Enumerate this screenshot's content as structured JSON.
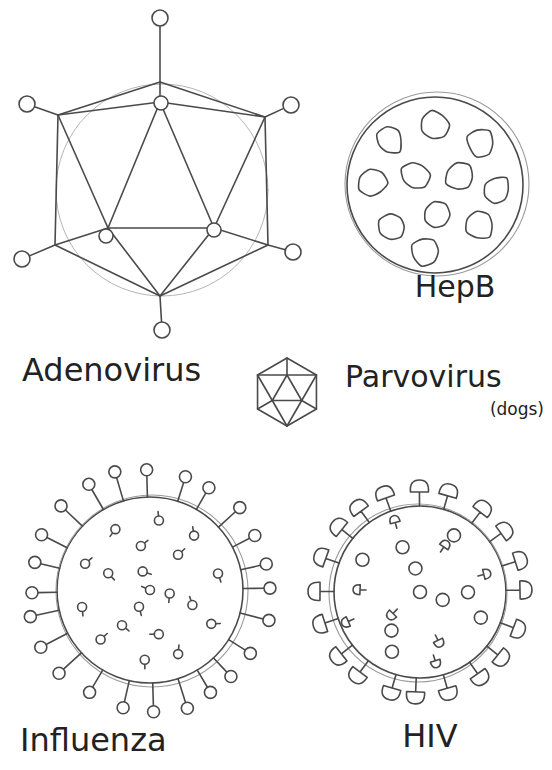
{
  "diagram": {
    "labels": [
      "HepB",
      "Adenovirus",
      "Parvovirus",
      "(dogs)",
      "Influenza",
      "HIV"
    ]
  }
}
